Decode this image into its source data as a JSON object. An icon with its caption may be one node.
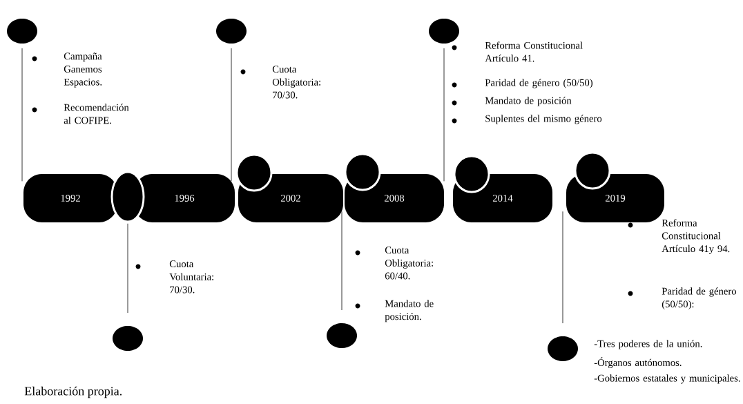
{
  "diagram": {
    "caption": "Elaboración propia.",
    "nodes": [
      {
        "text": [],
        "shape": "circle"
      },
      {
        "text": [],
        "shape": "circle"
      },
      {
        "text": [],
        "shape": "circle"
      },
      {
        "text": [
          "1992"
        ]
      },
      {
        "text": [],
        "shape": "circle"
      },
      {
        "text": [
          "1996"
        ]
      },
      {
        "text": [
          "2002"
        ]
      },
      {
        "text": [],
        "shape": "circle"
      },
      {
        "text": [
          "2008"
        ]
      },
      {
        "text": [],
        "shape": "circle"
      },
      {
        "text": [
          "2014"
        ]
      },
      {
        "text": [],
        "shape": "circle"
      },
      {
        "text": [
          "2019"
        ]
      },
      {
        "text": [],
        "shape": "circle"
      },
      {
        "text": [],
        "shape": "circle"
      },
      {
        "text": [],
        "shape": "circle"
      },
      {
        "text": [],
        "shape": "circle"
      }
    ],
    "edges": [
      {
        "from": 0,
        "to": 3,
        "arrow": "none"
      },
      {
        "from": 1,
        "to": 5,
        "arrow": "none"
      },
      {
        "from": 2,
        "to": 8,
        "arrow": "none"
      },
      {
        "from": 4,
        "to": 14,
        "arrow": "none"
      },
      {
        "from": 6,
        "to": 15,
        "arrow": "none"
      },
      {
        "from": 12,
        "to": 16,
        "arrow": "none"
      }
    ],
    "labels": [
      "Campaña Ganemos Espacios.",
      "Recomendación al COFIPE.",
      "Cuota Obligatoria: 70/30.",
      "Reforma Constitucional Artículo 41.",
      "Paridad de género (50/50)",
      "Mandato de posición",
      "Suplentes del mismo género",
      "Cuota Voluntaria: 70/30.",
      "Cuota Obligatoria: 60/40.",
      "Mandato de posición.",
      "Reforma Constitucional Artículo 41y 94.",
      "Paridad de género (50/50):",
      "-Tres poderes de la unión.",
      "-Órganos autónomos.",
      "-Gobiernos estatales y municipales."
    ]
  }
}
